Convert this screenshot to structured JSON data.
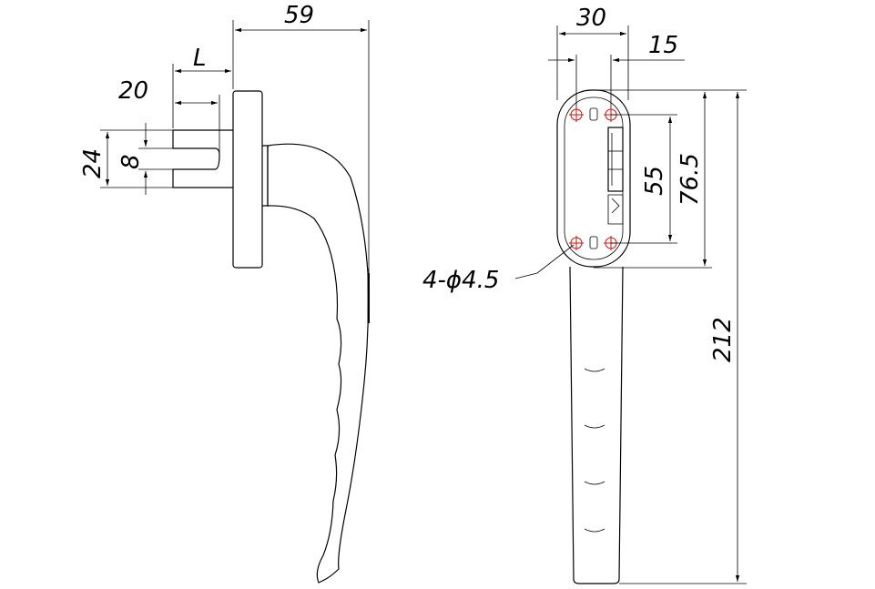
{
  "drawing": {
    "side_view": {
      "dim_overall_depth": "59",
      "dim_spindle_length": "L",
      "dim_spindle_offset": "20",
      "dim_rose_width": "24",
      "dim_spindle_square": "8"
    },
    "front_view": {
      "dim_handle_width": "30",
      "dim_rose_narrow": "15",
      "dim_hole_spacing": "55",
      "dim_rose_height": "76.5",
      "dim_total_length": "212",
      "hole_callout": "4-ϕ4.5"
    },
    "colors": {
      "line": "#000000",
      "hole_marker": "#d01010"
    }
  }
}
